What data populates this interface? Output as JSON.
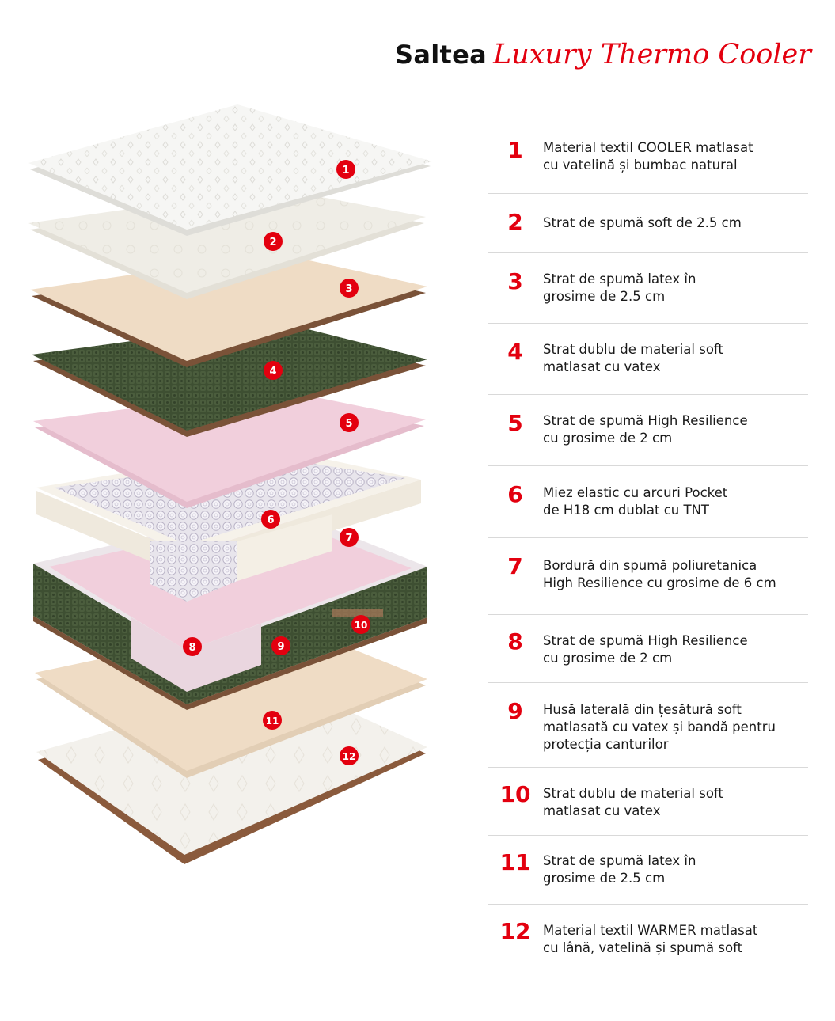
{
  "title": {
    "prefix": "Saltea",
    "product": "Luxury Thermo Cooler"
  },
  "colors": {
    "accent": "#e3000f",
    "text": "#1a1a1a",
    "divider": "#d9d9d9",
    "quilt_white": "#f6f6f4",
    "foam_white": "#efede6",
    "latex_beige": "#efdcc5",
    "fabric_green": "#3e4f32",
    "hr_pink": "#f1cfdc",
    "edge_brown": "#7a5238"
  },
  "diagram": {
    "badges": [
      "1",
      "2",
      "3",
      "4",
      "5",
      "6",
      "7",
      "8",
      "9",
      "10",
      "11",
      "12"
    ]
  },
  "layers": [
    {
      "number": "1",
      "description": "Material textil COOLER matlasat\ncu vatelină și bumbac natural"
    },
    {
      "number": "2",
      "description": "Strat de spumă soft de 2.5 cm"
    },
    {
      "number": "3",
      "description": "Strat de spumă latex în\ngrosime de 2.5 cm"
    },
    {
      "number": "4",
      "description": "Strat dublu de material soft\nmatlasat cu vatex"
    },
    {
      "number": "5",
      "description": "Strat de spumă High Resilience\ncu grosime de 2 cm"
    },
    {
      "number": "6",
      "description": "Miez elastic cu arcuri Pocket\nde H18 cm dublat cu TNT"
    },
    {
      "number": "7",
      "description": "Bordură din spumă poliuretanica\nHigh Resilience cu grosime de 6 cm"
    },
    {
      "number": "8",
      "description": "Strat de spumă High Resilience\ncu grosime de 2 cm"
    },
    {
      "number": "9",
      "description": "Husă laterală din țesătură soft\nmatlasată cu vatex și bandă pentru\nprotecția canturilor"
    },
    {
      "number": "10",
      "description": "Strat dublu de material soft\nmatlasat cu vatex"
    },
    {
      "number": "11",
      "description": "Strat de spumă latex în\ngrosime de 2.5 cm"
    },
    {
      "number": "12",
      "description": "Material textil WARMER matlasat\ncu lână, vatelină și spumă soft"
    }
  ]
}
